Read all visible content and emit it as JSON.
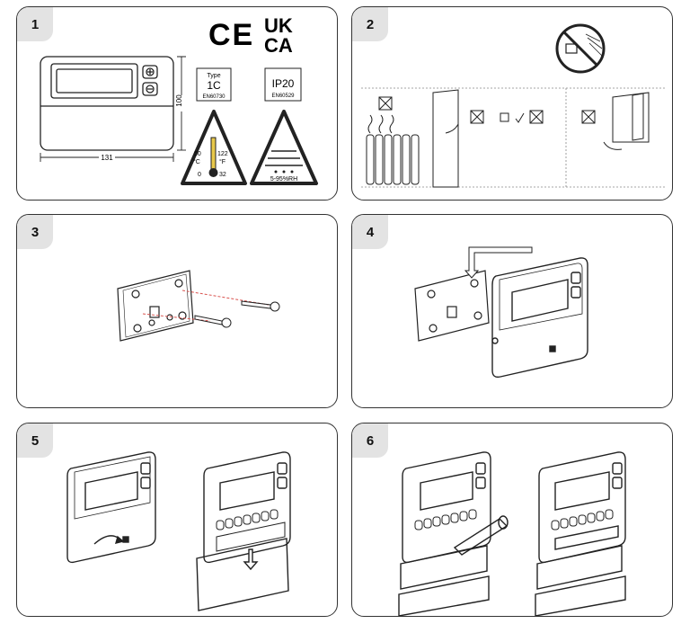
{
  "steps": [
    {
      "number": "1"
    },
    {
      "number": "2"
    },
    {
      "number": "3"
    },
    {
      "number": "4"
    },
    {
      "number": "5"
    },
    {
      "number": "6"
    }
  ],
  "step1": {
    "width_dim": "131",
    "height_dim": "100",
    "ce_mark": "CE",
    "ukca_mark_top": "UK",
    "ukca_mark_bottom": "CA",
    "type_label": "Type",
    "type_value": "1C",
    "type_standard": "EN60730",
    "ip_value": "IP20",
    "ip_standard": "EN60529",
    "temp_high_c": "50",
    "temp_unit_c": "°C",
    "temp_low_c": "0",
    "temp_high_f": "122",
    "temp_unit_f": "°F",
    "temp_low_f": "32",
    "humidity": "5-95%RH"
  },
  "colors": {
    "border": "#333333",
    "badge": "#e3e3e3",
    "screw_line": "#d9534f",
    "thermo": "#e8c84a"
  }
}
